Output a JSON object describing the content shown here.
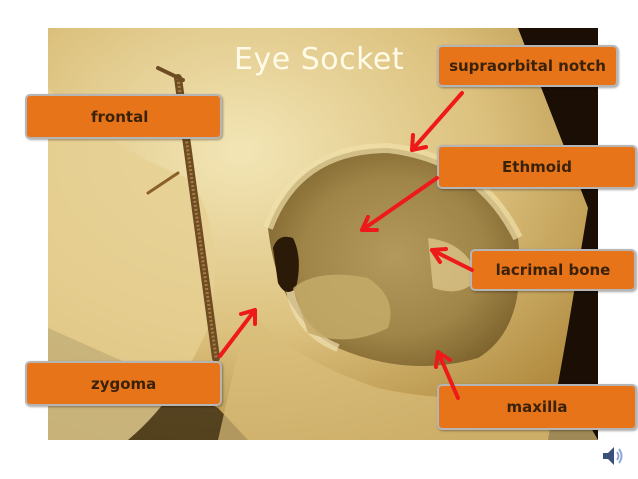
{
  "slide": {
    "title": "Eye Socket",
    "labels": {
      "frontal": "frontal",
      "supraorbital_notch": "supraorbital notch",
      "ethmoid": "Ethmoid",
      "lacrimal_bone": "lacrimal bone",
      "zygoma": "zygoma",
      "maxilla": "maxilla"
    },
    "colors": {
      "label_fill": "#e8741a",
      "label_border": "#b5b5b5",
      "arrow": "#ee1a1a",
      "title_text": "#fffbe8"
    },
    "icons": {
      "audio": "speaker-icon"
    }
  }
}
